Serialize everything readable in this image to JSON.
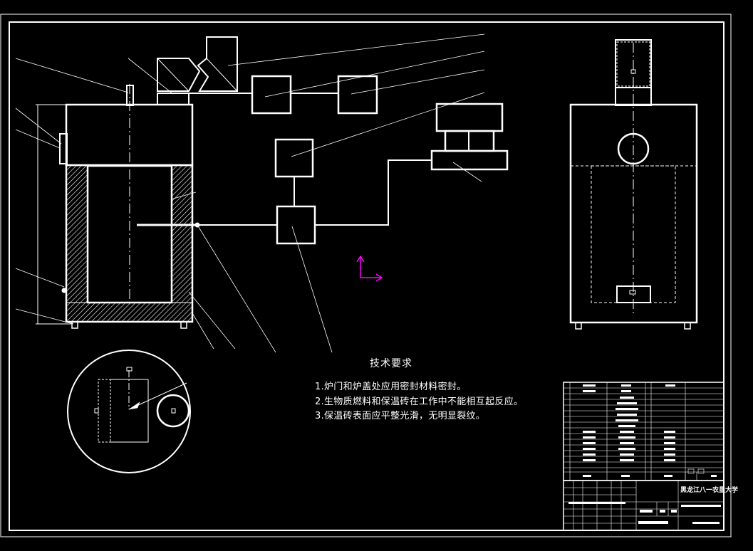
{
  "tech_requirements": {
    "title": "技术要求",
    "items": [
      "1.炉门和炉盖处应用密封材料密封。",
      "2.生物质燃料和保温砖在工作中不能相互起反应。",
      "3.保温砖表面应平整光滑，无明显裂纹。"
    ]
  },
  "title_block": {
    "school": "黑龙江八一农垦大学"
  },
  "colors": {
    "background": "#000000",
    "line": "#ffffff",
    "ucs_icon": "#ff00ff"
  }
}
